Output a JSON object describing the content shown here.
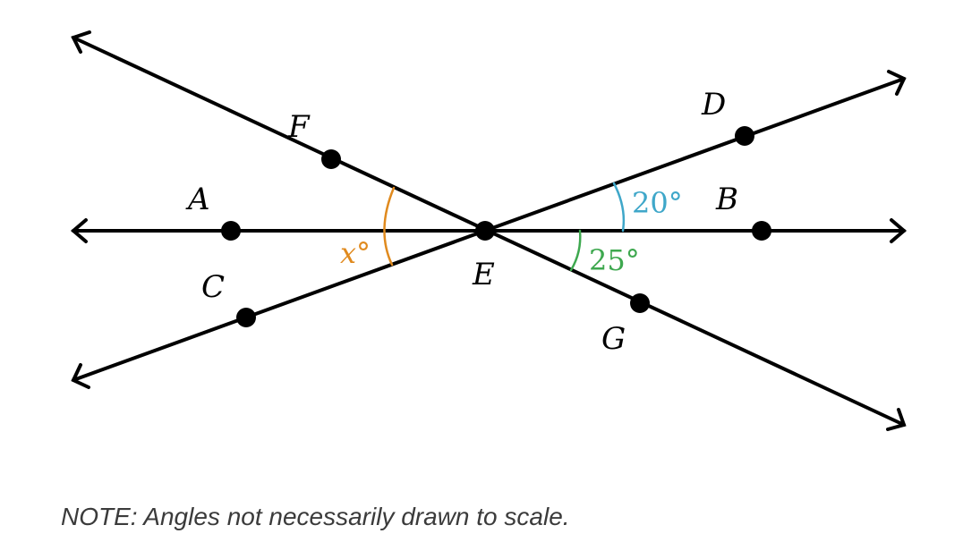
{
  "diagram": {
    "points": {
      "A": "A",
      "B": "B",
      "C": "C",
      "D": "D",
      "E": "E",
      "F": "F",
      "G": "G"
    },
    "angles": {
      "x": {
        "label": "x°",
        "color": "#e08a1e"
      },
      "DEB": {
        "label": "20°",
        "color": "#3fa7c9"
      },
      "BEG": {
        "label": "25°",
        "color": "#3ea84f"
      }
    },
    "line_color": "#000000"
  },
  "note": "NOTE: Angles not necessarily drawn to scale."
}
